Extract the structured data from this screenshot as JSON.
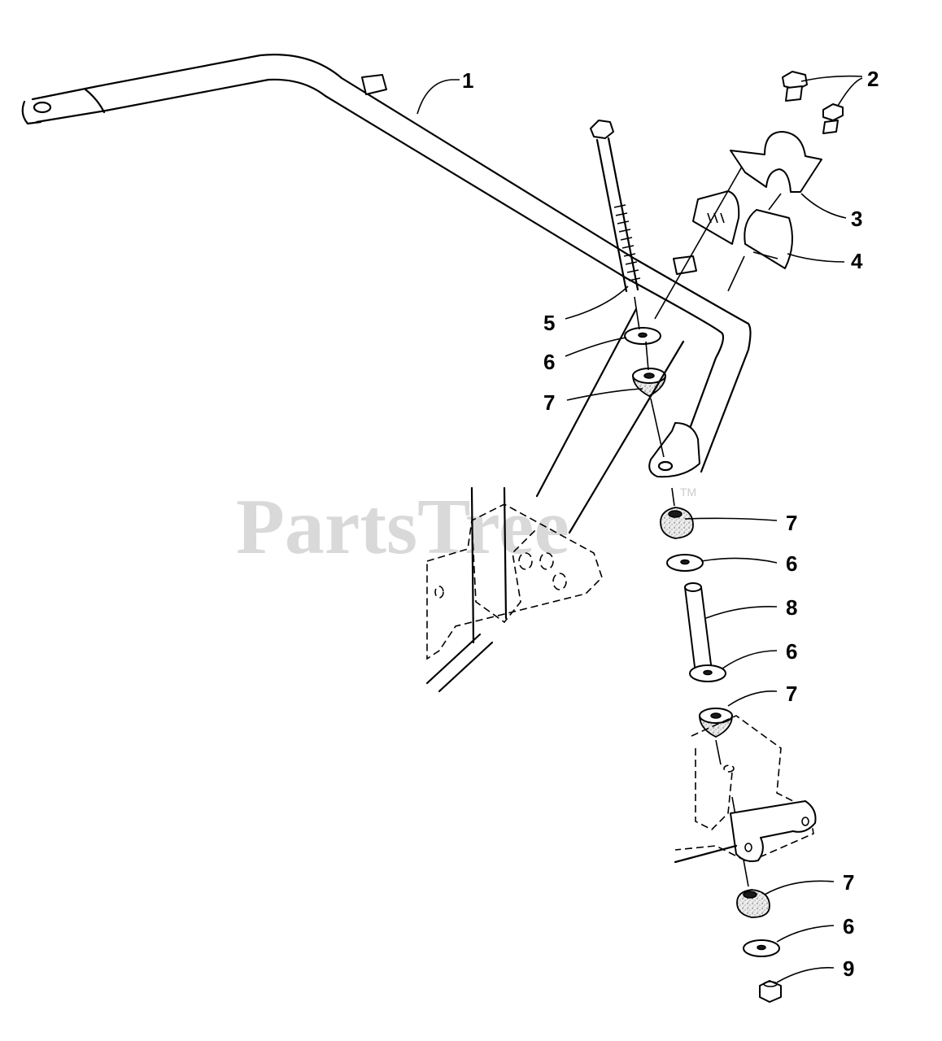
{
  "watermark": {
    "text": "PartsTree",
    "tm": "TM"
  },
  "callouts": {
    "c1": "1",
    "c2": "2",
    "c3": "3",
    "c4": "4",
    "c5": "5",
    "c6a": "6",
    "c7a": "7",
    "c7b": "7",
    "c6b": "6",
    "c8": "8",
    "c6c": "6",
    "c7c": "7",
    "c7d": "7",
    "c6d": "6",
    "c9": "9"
  }
}
